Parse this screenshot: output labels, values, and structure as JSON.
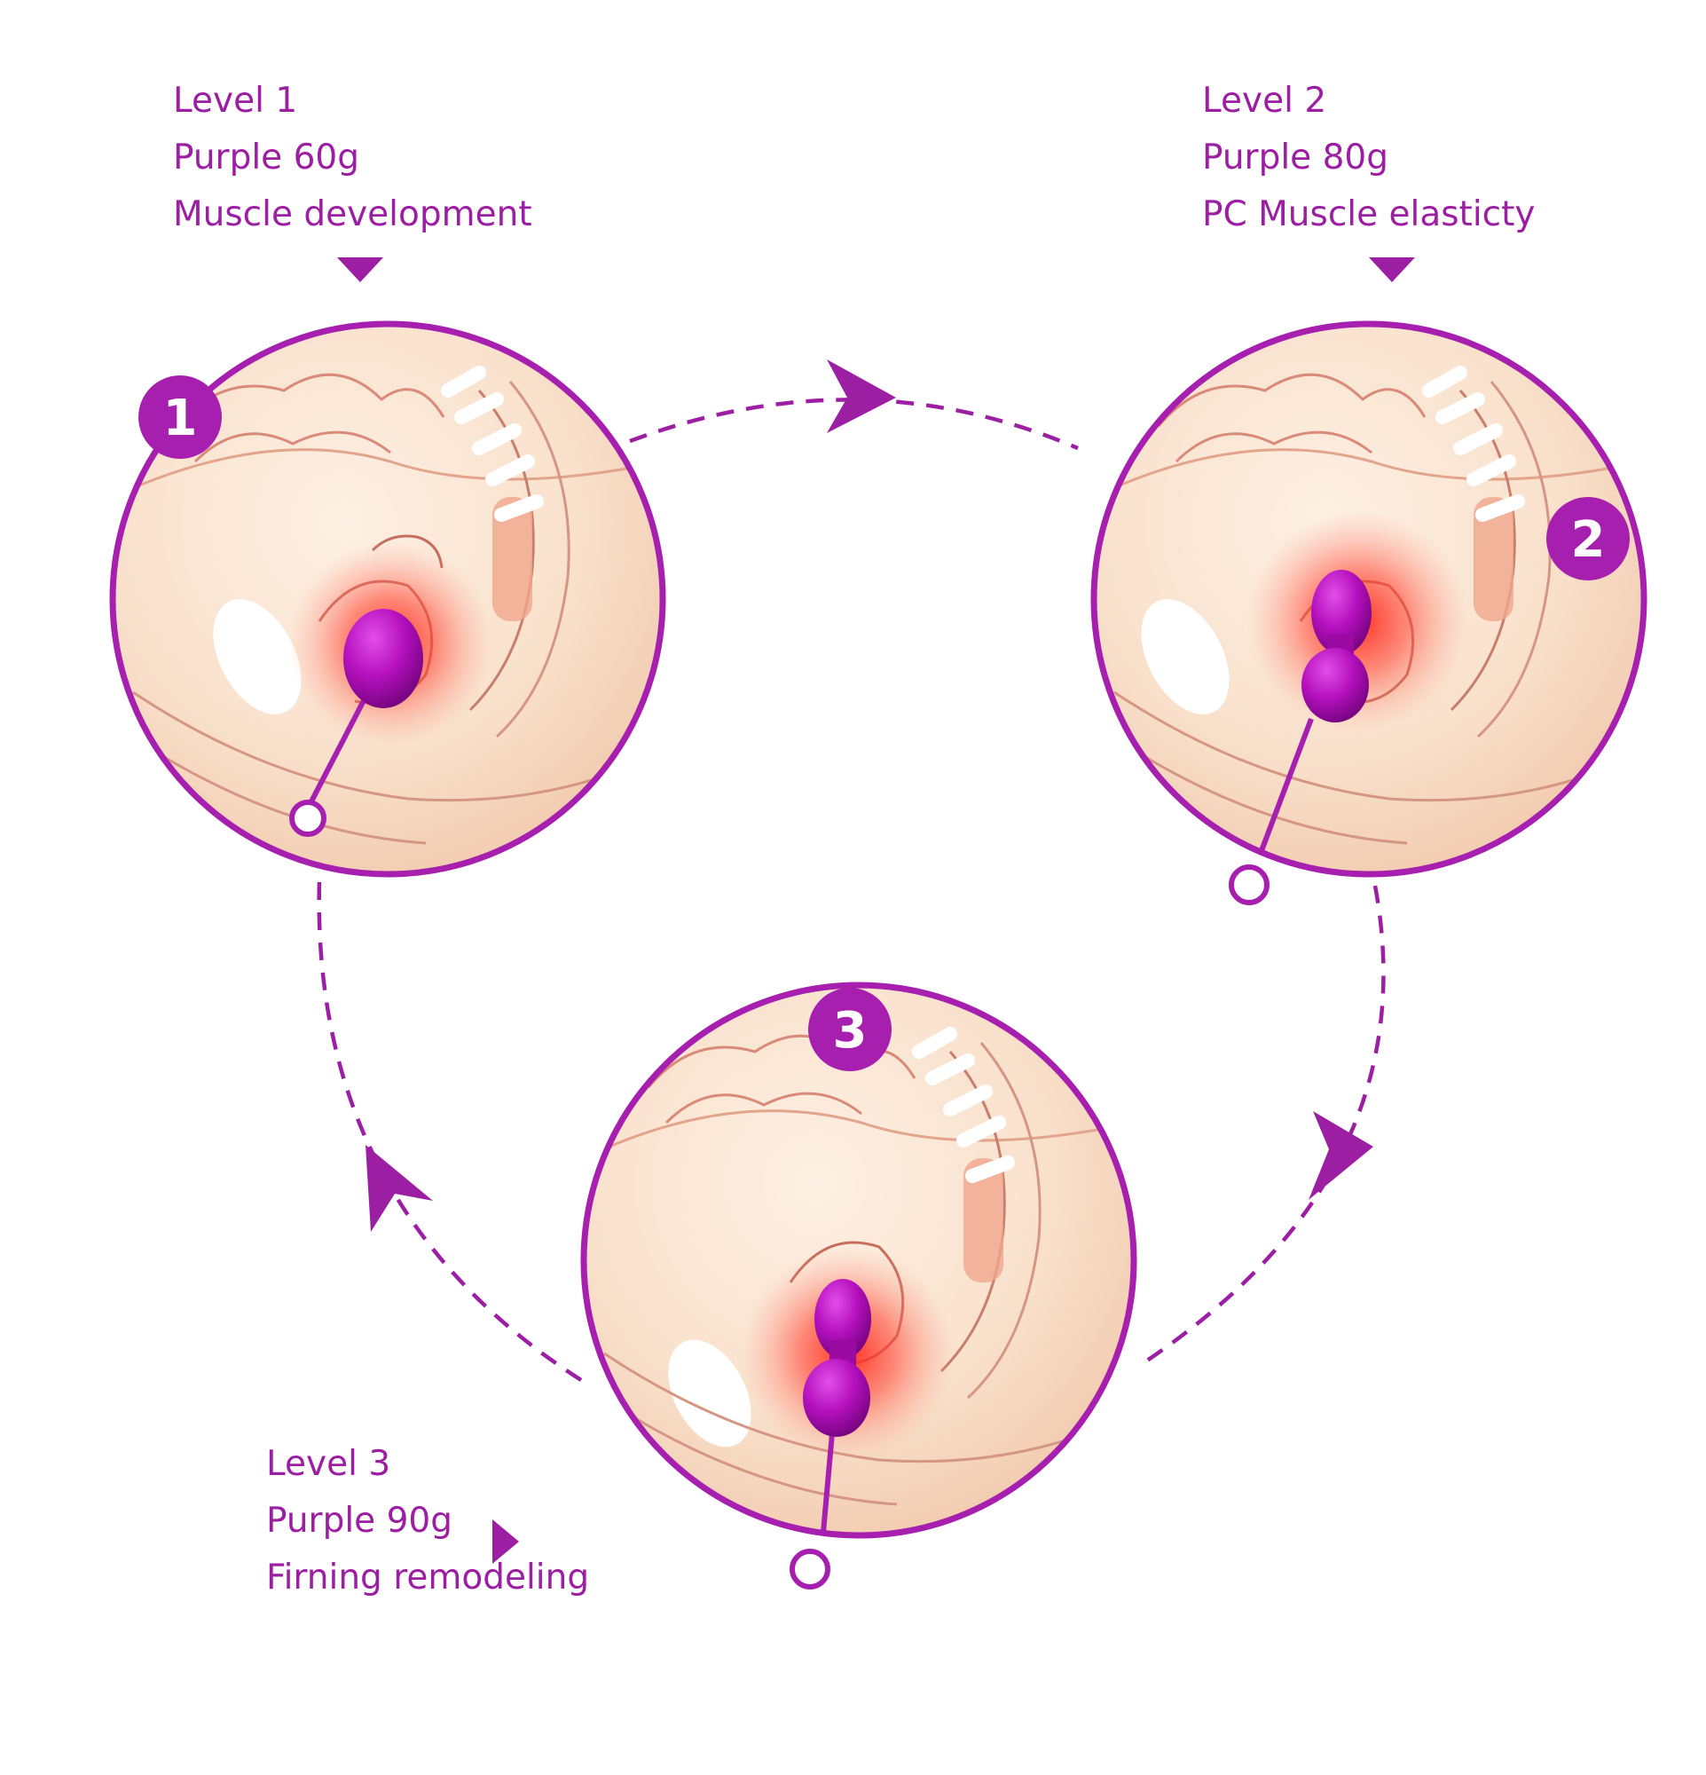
{
  "colors": {
    "accent": "#9c1ea3",
    "ring": "#a61fae",
    "ball": "#b10fb8",
    "skin": "#f8e0cc",
    "redGlow": "#ff2a20",
    "background": "#ffffff"
  },
  "levels": [
    {
      "id": 1,
      "badge": "1",
      "line1": "Level 1",
      "line2": "Purple 60g",
      "line3": "Muscle development",
      "balls": 1
    },
    {
      "id": 2,
      "badge": "2",
      "line1": "Level 2",
      "line2": "Purple 80g",
      "line3": "PC Muscle elasticty",
      "balls": 2
    },
    {
      "id": 3,
      "badge": "3",
      "line1": "Level 3",
      "line2": "Purple 90g",
      "line3": "Firning remodeling",
      "balls": 2
    }
  ],
  "flow": {
    "style": "dashed",
    "direction": "clockwise",
    "order": [
      1,
      2,
      3
    ]
  }
}
